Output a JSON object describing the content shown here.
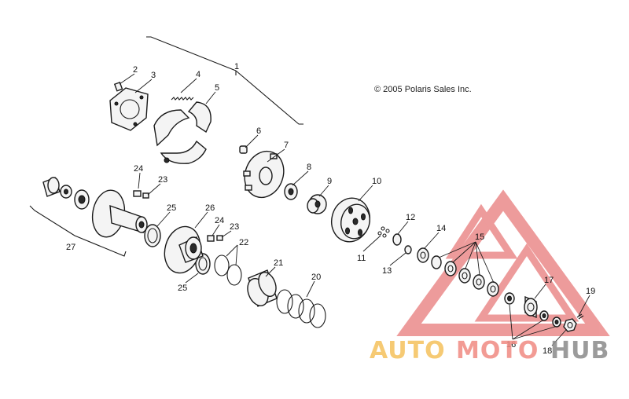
{
  "copyright": "© 2005 Polaris Sales Inc.",
  "watermark": {
    "auto": "AUTO",
    "moto": "MOTO",
    "hub": "HUB",
    "colors": {
      "auto": "#f5c15c",
      "moto": "#f08a82",
      "hub": "#8a8a8a",
      "triangle": "#f0a6a6"
    }
  },
  "labels": {
    "l1": "1",
    "l2": "2",
    "l3": "3",
    "l4": "4",
    "l5": "5",
    "l6": "6",
    "l7": "7",
    "l8": "8",
    "l9": "9",
    "l10": "10",
    "l11": "11",
    "l12": "12",
    "l13": "13",
    "l14": "14",
    "l15": "15",
    "l16": "16",
    "l17": "17",
    "l18": "18",
    "l19": "19",
    "l20": "20",
    "l21": "21",
    "l22": "22",
    "l23a": "23",
    "l23b": "23",
    "l24a": "24",
    "l24b": "24",
    "l25a": "25",
    "l25b": "25",
    "l26": "26",
    "l27": "27"
  }
}
